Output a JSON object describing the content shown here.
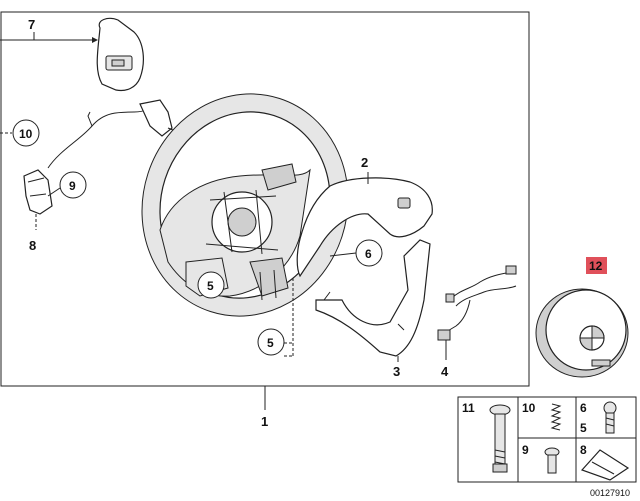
{
  "callouts": {
    "c1": "1",
    "c2": "2",
    "c3": "3",
    "c4": "4",
    "c5a": "5",
    "c5b": "5",
    "c6": "6",
    "c7": "7",
    "c8": "8",
    "c9": "9",
    "c10": "10",
    "c12": "12"
  },
  "legend": {
    "l11": "11",
    "l10": "10",
    "l6": "6",
    "l5": "5",
    "l9": "9",
    "l8": "8"
  },
  "doc_number": "00127910",
  "colors": {
    "highlight": "#e0505a",
    "ink": "#222222"
  }
}
